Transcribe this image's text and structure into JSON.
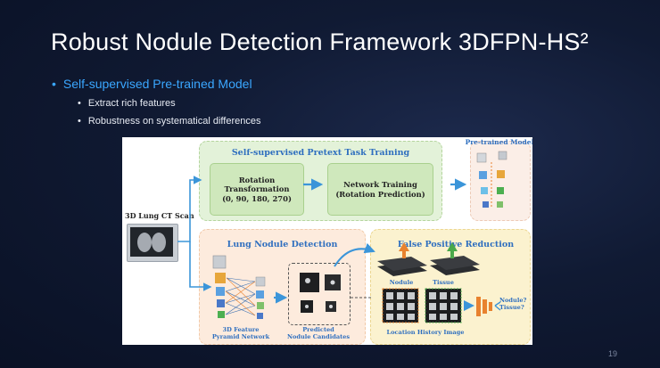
{
  "slide": {
    "title": "Robust Nodule Detection Framework 3DFPN-HS²",
    "bullet": "Self-supervised Pre-trained Model",
    "subbullets": [
      "Extract rich features",
      "Robustness on systematical differences"
    ],
    "page_number": "19"
  },
  "figure": {
    "pretext_title": "Self-supervised Pretext Task Training",
    "rotation_lines": [
      "Rotation",
      "Transformation",
      "(0, 90, 180, 270)"
    ],
    "network_lines": [
      "Network Training",
      "(Rotation Prediction)"
    ],
    "pretrained_label": "Pre-trained Model",
    "ct_label": "3D Lung CT Scan",
    "lung_nodule_title": "Lung Nodule Detection",
    "false_positive_title": "False Positive Reduction",
    "fpn_caption_lines": [
      "3D Feature",
      "Pyramid Network"
    ],
    "candidates_caption_lines": [
      "Predicted",
      "Nodule Candidates"
    ],
    "nodule_label": "Nodule",
    "tissue_label": "Tissue",
    "output_lines": [
      "Nodule?",
      "Tissue?"
    ],
    "history_caption": "Location History Image"
  },
  "colors": {
    "accent_blue": "#3aa7ff",
    "figure_title_blue": "#2f6fbf",
    "arrow_blue": "#3b95d9",
    "arrow_orange": "#e8822f",
    "arrow_green": "#4aa84a"
  }
}
